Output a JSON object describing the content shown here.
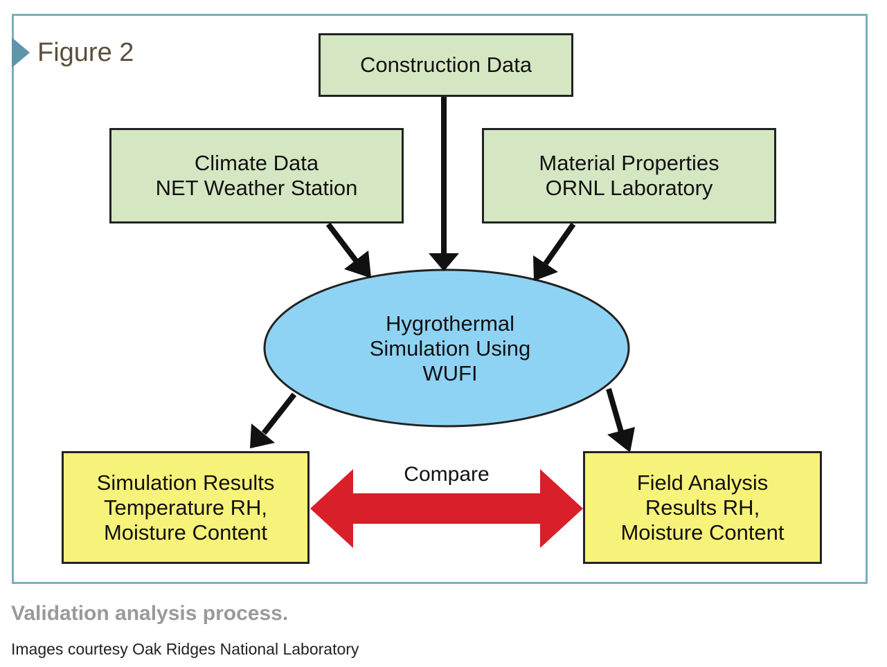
{
  "figure_label": "Figure 2",
  "nodes": {
    "construction": {
      "lines": [
        "Construction Data"
      ]
    },
    "climate": {
      "lines": [
        "Climate Data",
        "NET Weather Station"
      ]
    },
    "material": {
      "lines": [
        "Material Properties",
        "ORNL Laboratory"
      ]
    },
    "simulation": {
      "lines": [
        "Hygrothermal",
        "Simulation Using",
        "WUFI"
      ]
    },
    "sim_results": {
      "lines": [
        "Simulation Results",
        "Temperature RH,",
        "Moisture Content"
      ]
    },
    "field_results": {
      "lines": [
        "Field Analysis",
        "Results RH,",
        "Moisture Content"
      ]
    }
  },
  "compare_label": "Compare",
  "caption": "Validation analysis process.",
  "credit": "Images courtesy Oak Ridges National Laboratory",
  "colors": {
    "input_box": "#d5e7c2",
    "output_box": "#f7f27a",
    "ellipse": "#8fd3f4",
    "compare_arrow": "#d9202a",
    "frame": "#7aaebe"
  }
}
